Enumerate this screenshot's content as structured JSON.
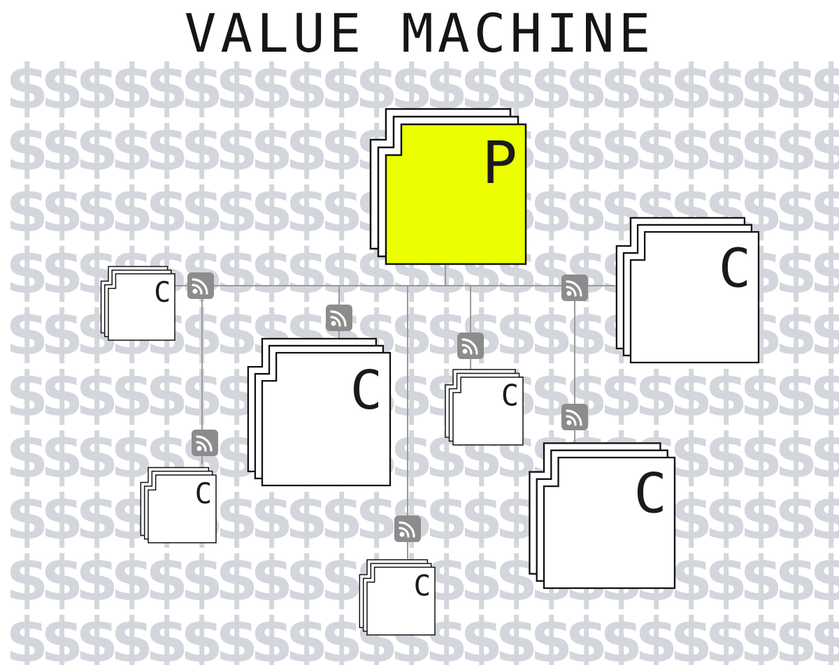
{
  "title": "VALUE MACHINE",
  "background_glyph": "$",
  "colors": {
    "background": "#ffffff",
    "pattern": "#d4d6dd",
    "primary_fill": "#ecff00",
    "child_fill": "#ffffff",
    "outline": "#111111",
    "connector": "#9a9a9a",
    "feed_badge": "#8c8c8c"
  },
  "feed_icon": "rss-feed-icon",
  "primary_node": {
    "label": "P"
  },
  "child_nodes": [
    {
      "label": "C"
    },
    {
      "label": "C"
    },
    {
      "label": "C"
    },
    {
      "label": "C"
    },
    {
      "label": "C"
    },
    {
      "label": "C"
    },
    {
      "label": "C"
    }
  ]
}
